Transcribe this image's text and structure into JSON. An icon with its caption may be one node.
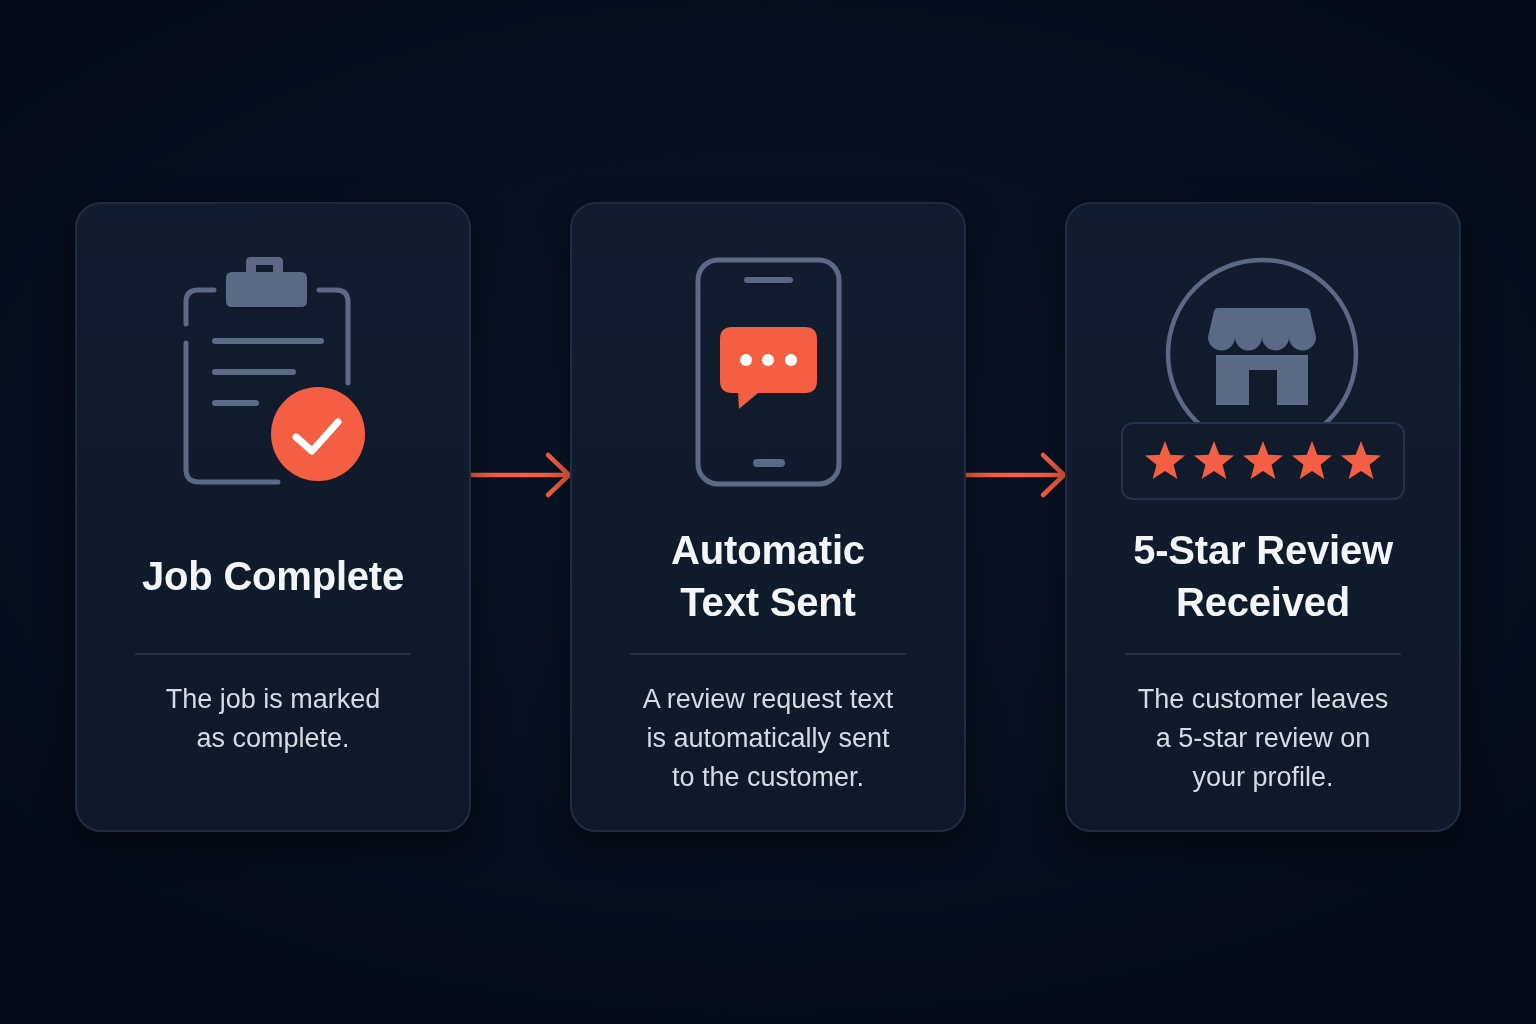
{
  "diagram": {
    "nodes": [
      {
        "text": [
          "Job Complete",
          "The job is marked as complete."
        ]
      },
      {
        "text": [
          "Automatic Text Sent",
          "A review request text is automatically sent to the customer."
        ]
      },
      {
        "text": [
          "5-Star Review Received",
          "The customer leaves a 5-star review on your profile."
        ]
      }
    ],
    "edges": [
      {
        "from": 0,
        "to": 1,
        "arrow": "to"
      },
      {
        "from": 1,
        "to": 2,
        "arrow": "to"
      }
    ]
  }
}
